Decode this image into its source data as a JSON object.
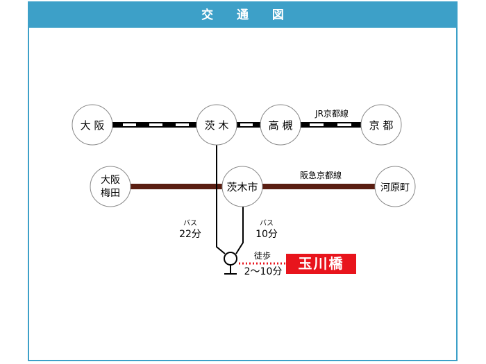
{
  "header": {
    "title": "交 通 図"
  },
  "stations": {
    "osaka": "大 阪",
    "ibaraki": "茨 木",
    "takatsuki": "高 槻",
    "kyoto": "京 都",
    "osaka_umeda_1": "大阪",
    "osaka_umeda_2": "梅田",
    "ibaraki_shi": "茨木市",
    "kawaramachi": "河原町"
  },
  "lines": {
    "jr": "JR京都線",
    "hankyu": "阪急京都線"
  },
  "routes": {
    "bus_label_left": "バス",
    "bus_time_left": "22分",
    "bus_label_right": "バス",
    "bus_time_right": "10分",
    "walk_label": "徒歩",
    "walk_time": "2～10分"
  },
  "destination": {
    "name": "玉川橋"
  },
  "colors": {
    "accent": "#3da0c8",
    "hankyu": "#5a1e12",
    "destination": "#e8141c",
    "walk": "#e8141c"
  }
}
